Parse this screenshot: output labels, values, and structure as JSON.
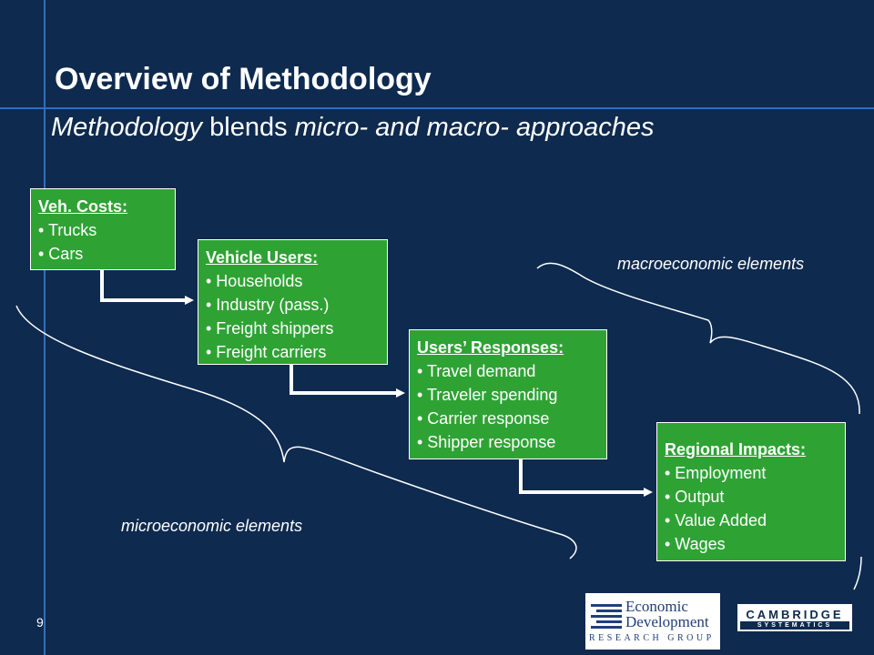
{
  "slide": {
    "title": "Overview of Methodology",
    "subtitle": {
      "part1": "Methodology",
      "part2": " blends ",
      "part3": "micro- and macro- approaches"
    },
    "page_number": "9"
  },
  "boxes": [
    {
      "heading": "Veh. Costs:",
      "items": [
        "• Trucks",
        "• Cars"
      ]
    },
    {
      "heading": "Vehicle Users:",
      "items": [
        "• Households",
        "• Industry (pass.)",
        "• Freight shippers",
        "• Freight carriers"
      ]
    },
    {
      "heading": "Users’ Responses:",
      "items": [
        "• Travel demand",
        "• Traveler spending",
        "• Carrier response",
        "• Shipper response"
      ]
    },
    {
      "heading": "Regional Impacts:",
      "items": [
        "• Employment",
        "• Output",
        "• Value Added",
        "• Wages"
      ]
    }
  ],
  "annotations": {
    "macro": "macroeconomic elements",
    "micro": "microeconomic elements"
  },
  "logos": {
    "edr": {
      "line1": "Economic",
      "line2": "Development",
      "line3": "RESEARCH GROUP"
    },
    "cambridge": {
      "line1": "CAMBRIDGE",
      "line2": "SYSTEMATICS"
    }
  },
  "colors": {
    "background": "#0e2a4f",
    "box_fill": "#2ea334",
    "accent_line": "#2d6fc0",
    "text": "#ffffff"
  }
}
